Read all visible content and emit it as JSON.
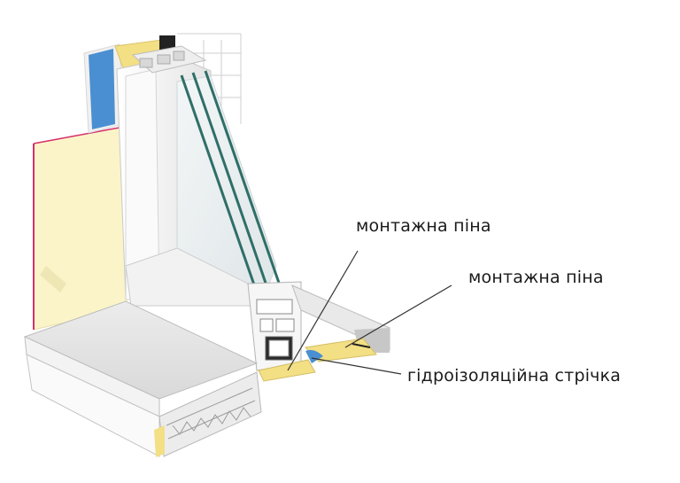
{
  "labels": {
    "foam_1": "монтажна піна",
    "foam_2": "монтажна піна",
    "tape": "гідроізоляційна стрічка"
  },
  "colors": {
    "foam": "#f3df84",
    "wall": "#fbf4c9",
    "tape": "#4a8fd1",
    "glass": "#2f6f68",
    "frame": "#f4f4f4",
    "leader": "#333333"
  }
}
